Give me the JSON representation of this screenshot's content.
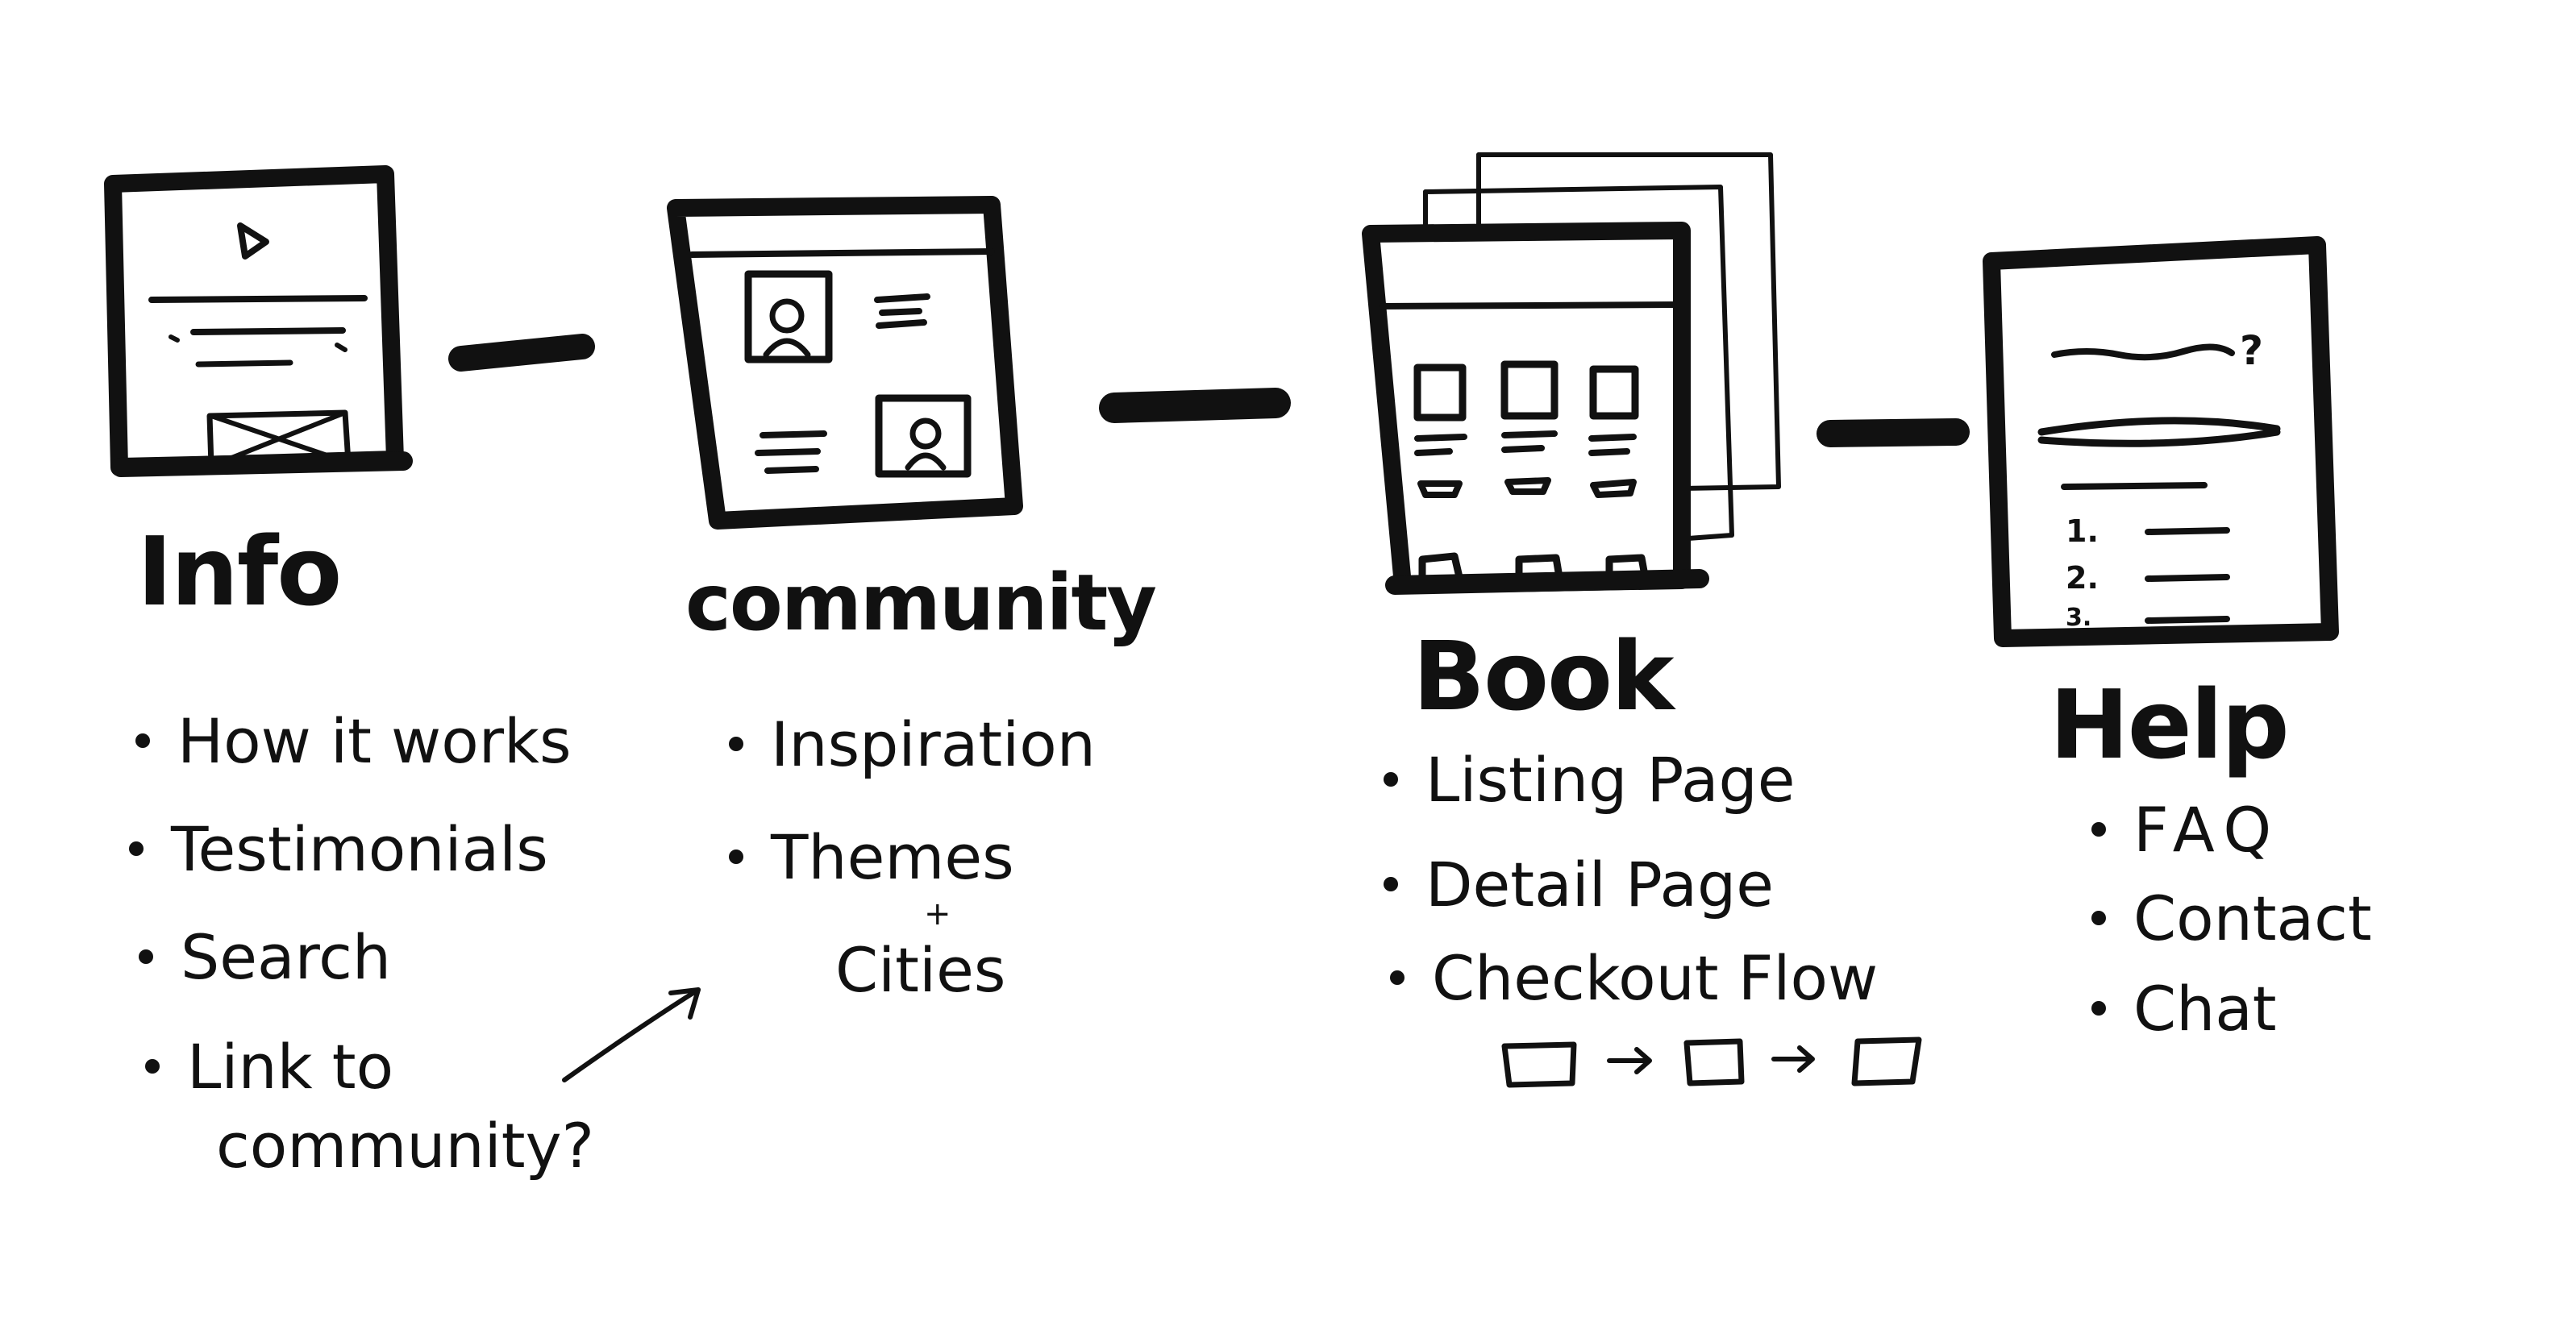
{
  "sections": [
    {
      "title": "Info",
      "items": [
        "How it works",
        "Testimonials",
        "Search",
        "Link to",
        "community?"
      ]
    },
    {
      "title": "community",
      "items": [
        "Inspiration",
        "Themes",
        "+",
        "Cities"
      ]
    },
    {
      "title": "Book",
      "items": [
        "Listing Page",
        "Detail Page",
        "Checkout Flow"
      ]
    },
    {
      "title": "Help",
      "items": [
        "FAQ",
        "Contact",
        "Chat"
      ],
      "wireframe_markers": [
        "?",
        "1.",
        "2.",
        "3."
      ]
    }
  ],
  "colors": {
    "ink": "#111111",
    "paper": "#ffffff"
  }
}
